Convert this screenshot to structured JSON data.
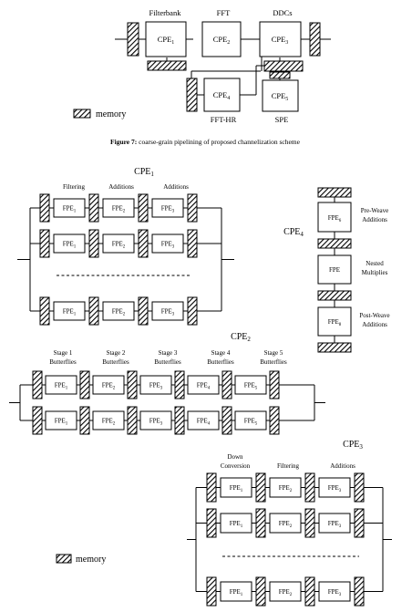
{
  "figure7": {
    "stage_labels": [
      "Filterbank",
      "FFT",
      "DDCs"
    ],
    "blocks": {
      "cpe1": {
        "base": "CPE",
        "sub": "1"
      },
      "cpe2": {
        "base": "CPE",
        "sub": "2"
      },
      "cpe3": {
        "base": "CPE",
        "sub": "3"
      },
      "cpe4": {
        "base": "CPE",
        "sub": "4"
      },
      "cpe5": {
        "base": "CPE",
        "sub": "5"
      }
    },
    "bottom_labels": [
      "FFT-HR",
      "SPE"
    ],
    "legend_label": "memory",
    "caption_bold": "Figure 7:",
    "caption_text": " coarse-grain pipelining of proposed channelization scheme"
  },
  "cpe1": {
    "title": {
      "base": "CPE",
      "sub": "1"
    },
    "column_labels": [
      "Filtering",
      "Additions",
      "Additions"
    ],
    "fpes": [
      {
        "base": "FPE",
        "sub": "1"
      },
      {
        "base": "FPE",
        "sub": "2"
      },
      {
        "base": "FPE",
        "sub": "3"
      }
    ]
  },
  "cpe4": {
    "title": {
      "base": "CPE",
      "sub": "4"
    },
    "fpes": [
      {
        "base": "FPE",
        "sub": "6"
      },
      {
        "base": "FPE",
        "sub": ""
      },
      {
        "base": "FPE",
        "sub": "8"
      }
    ],
    "labels": [
      [
        "Pre-Weave",
        "Additions"
      ],
      [
        "Nested",
        "Multiplies"
      ],
      [
        "Post-Weave",
        "Additions"
      ]
    ]
  },
  "cpe2": {
    "title": {
      "base": "CPE",
      "sub": "2"
    },
    "stages": [
      [
        "Stage 1",
        "Butterflies"
      ],
      [
        "Stage 2",
        "Butterflies"
      ],
      [
        "Stage 3",
        "Butterflies"
      ],
      [
        "Stage 4",
        "Butterflies"
      ],
      [
        "Stage 5",
        "Butterflies"
      ]
    ],
    "fpes": [
      {
        "base": "FPE",
        "sub": "1"
      },
      {
        "base": "FPE",
        "sub": "2"
      },
      {
        "base": "FPE",
        "sub": "3"
      },
      {
        "base": "FPE",
        "sub": "4"
      },
      {
        "base": "FPE",
        "sub": "5"
      }
    ]
  },
  "cpe3": {
    "title": {
      "base": "CPE",
      "sub": "3"
    },
    "column_labels": [
      [
        "Down",
        "Conversion"
      ],
      [
        "Filtering"
      ],
      [
        "Additions"
      ]
    ],
    "fpes": [
      {
        "base": "FPE",
        "sub": "1"
      },
      {
        "base": "FPE",
        "sub": "2"
      },
      {
        "base": "FPE",
        "sub": "3"
      }
    ]
  },
  "legend2": {
    "label": "memory"
  }
}
